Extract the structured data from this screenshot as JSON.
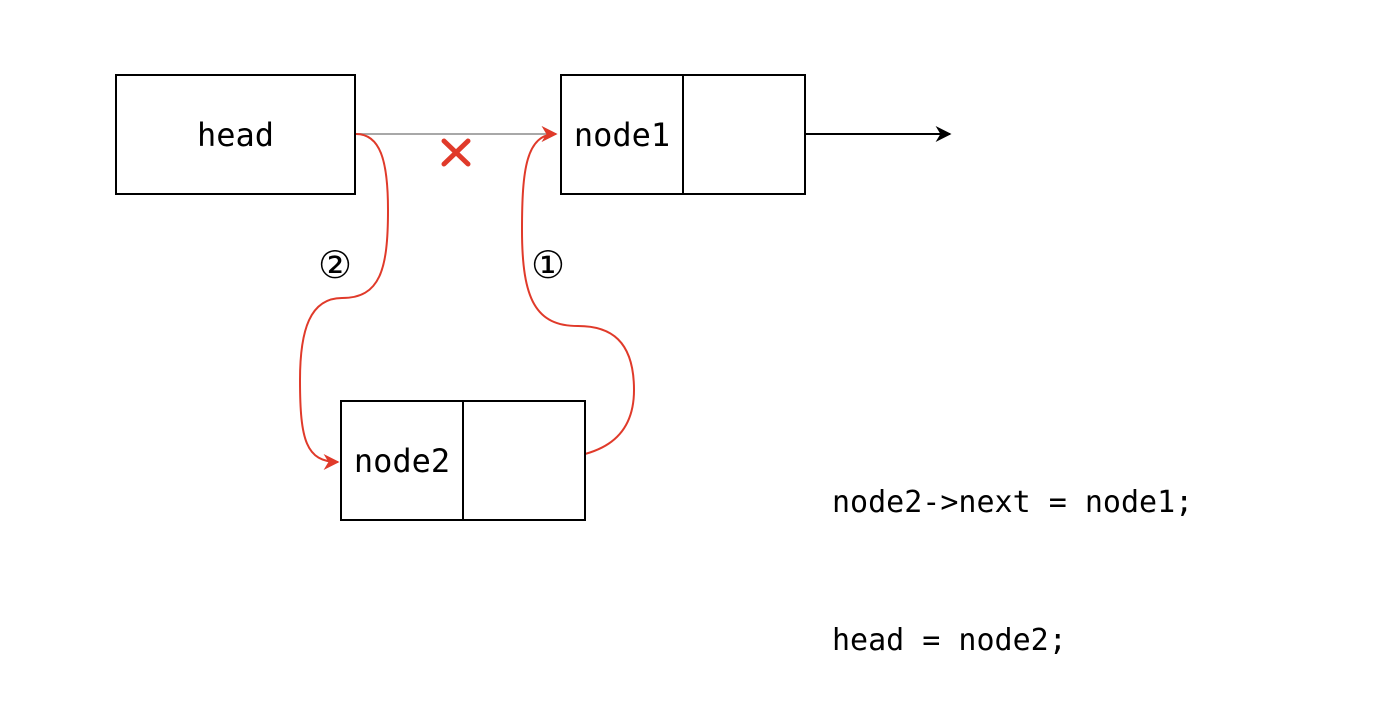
{
  "nodes": {
    "head": "head",
    "node1": "node1",
    "node2": "node2"
  },
  "steps": {
    "first": "①",
    "second": "②"
  },
  "broken_link_mark": "×",
  "code": [
    "node2->next = node1;",
    "head = node2;"
  ],
  "colors": {
    "line": "#000000",
    "new_link": "#e03a2a",
    "old_link": "#a8a8a8",
    "cross": "#e03a2a"
  }
}
